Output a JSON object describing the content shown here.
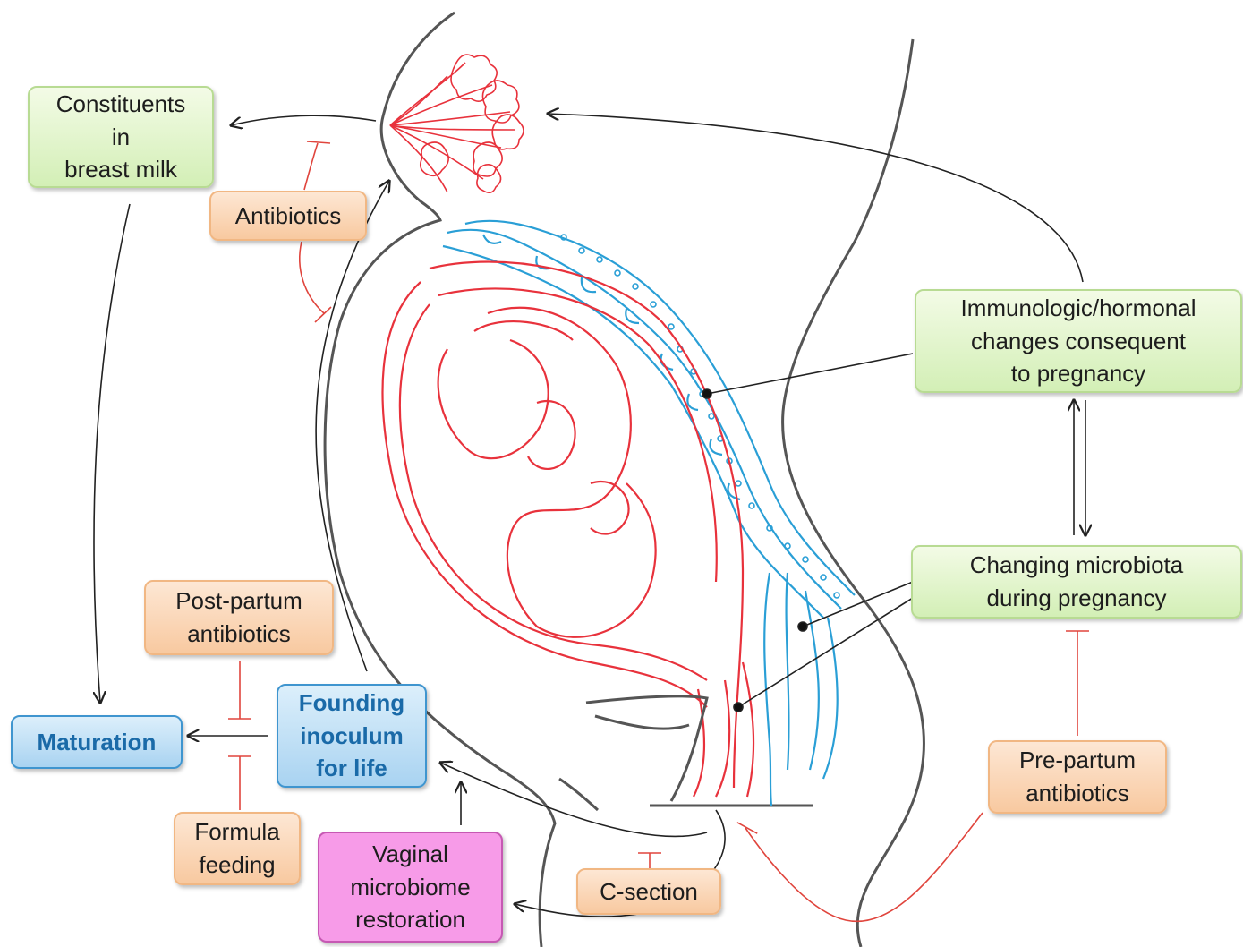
{
  "boxes": {
    "breast_milk": [
      "Constituents",
      "in",
      "breast milk"
    ],
    "antibiotics_top": [
      "Antibiotics"
    ],
    "immuno": [
      "Immunologic/hormonal",
      "changes consequent",
      "to pregnancy"
    ],
    "microbiota": [
      "Changing microbiota",
      "during pregnancy"
    ],
    "postpartum": [
      "Post-partum",
      "antibiotics"
    ],
    "maturation": [
      "Maturation"
    ],
    "founding": [
      "Founding",
      "inoculum",
      "for life"
    ],
    "formula": [
      "Formula",
      "feeding"
    ],
    "vaginal": [
      "Vaginal",
      "microbiome",
      "restoration"
    ],
    "csection": [
      "C-section"
    ],
    "prepartum": [
      "Pre-partum",
      "antibiotics"
    ]
  },
  "colors": {
    "green_fill": "#d3efb6",
    "orange_fill": "#f8c9a0",
    "blue_fill": "#a9d3f1",
    "blue_text": "#1a6aa8",
    "pink_fill": "#f79be8",
    "body_outline": "#555555",
    "fetus_uterus": "#e8323c",
    "gut": "#2a9fd6",
    "inhibition": "#e0453d",
    "arrow": "#222222"
  }
}
